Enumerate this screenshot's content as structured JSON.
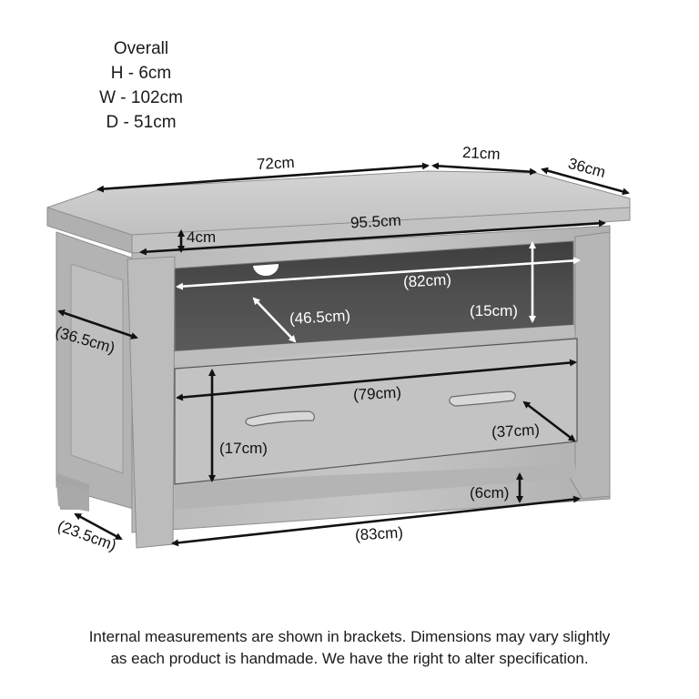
{
  "overall": {
    "title": "Overall",
    "height": "H - 6cm",
    "width": "W - 102cm",
    "depth": "D - 51cm"
  },
  "dimensions": {
    "top_front_width": "72cm",
    "top_angled_edge": "21cm",
    "top_side_depth": "36cm",
    "carcass_width": "95.5cm",
    "top_thickness": "4cm",
    "shelf_width": "(82cm)",
    "shelf_depth": "(46.5cm)",
    "shelf_height": "(15cm)",
    "side_panel_depth": "(36.5cm)",
    "drawer_width": "(79cm)",
    "drawer_depth": "(37cm)",
    "drawer_height": "(17cm)",
    "leg_clearance": "(6cm)",
    "base_width": "(83cm)",
    "side_base_depth": "(23.5cm)"
  },
  "footnote": {
    "line1": "Internal measurements are shown in brackets. Dimensions may vary slightly",
    "line2": "as each product is handmade. We have the right to alter specification."
  },
  "colors": {
    "wood_light": "#c9c9c9",
    "wood_mid": "#a9a9a9",
    "wood_dark": "#8a8a8a",
    "shelf_interior": "#4a4a4a",
    "arrow_black": "#111111",
    "arrow_white": "#ffffff"
  }
}
